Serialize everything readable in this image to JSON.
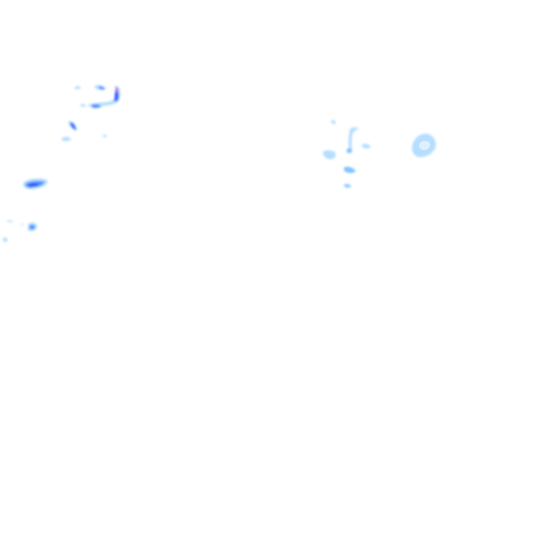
{
  "layer": {
    "type": "precipitation-radar-overlay",
    "background": "#ffffff",
    "colors": {
      "light": "#a9d8ff",
      "light_medium": "#7cc0ff",
      "medium": "#4d8cff",
      "heavy": "#2b4fff",
      "extreme": "#e04cc8"
    },
    "intensity_levels": [
      "light",
      "light_medium",
      "medium",
      "heavy",
      "extreme"
    ]
  }
}
